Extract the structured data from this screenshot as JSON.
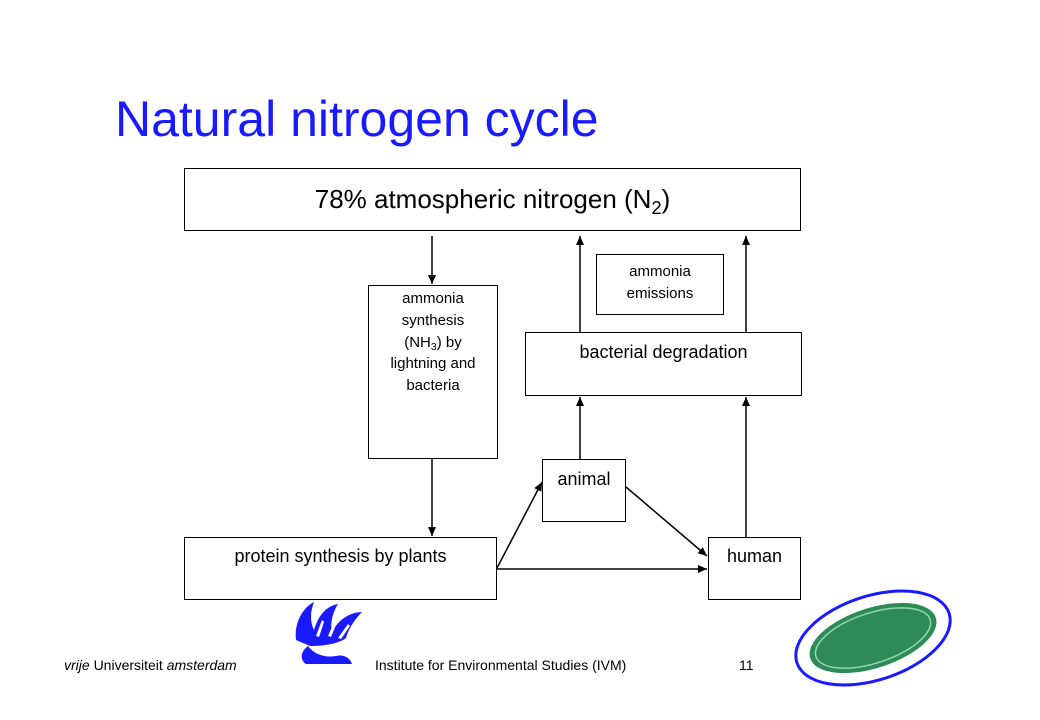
{
  "slide": {
    "title": "Natural nitrogen cycle",
    "page_number": "11"
  },
  "diagram": {
    "nitrogen_box": {
      "text": "78% atmospheric nitrogen (N",
      "sub": "2",
      "close": ")"
    },
    "synthesis_box": {
      "line1": "ammonia",
      "line2": "synthesis",
      "line3_pre": "(NH",
      "line3_sub": "3",
      "line3_post": ") by",
      "line4": "lightning and",
      "line5": "bacteria"
    },
    "emissions_box": {
      "line1": "ammonia",
      "line2": "emissions"
    },
    "bacterial_box": "bacterial degradation",
    "animal_box": "animal",
    "plants_box": "protein synthesis by plants",
    "human_box": "human"
  },
  "footer": {
    "vu_part1": "vrije",
    "vu_part2": "Universiteit",
    "vu_part3": "amsterdam",
    "institute": "Institute for Environmental Studies (IVM)"
  },
  "colors": {
    "title": "#1a1aff",
    "logo_blue": "#1a1aff",
    "logo_green": "#2e8b57"
  },
  "icons": [
    "vu-griffin-logo",
    "prosus-logo"
  ]
}
